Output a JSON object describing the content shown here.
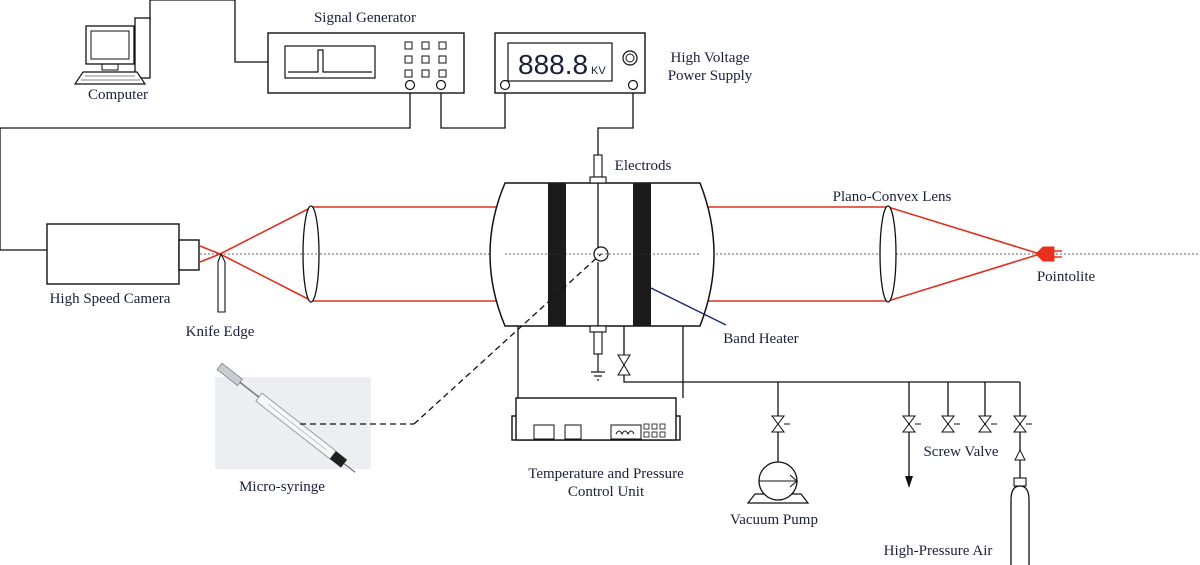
{
  "labels": {
    "computer": "Computer",
    "signal_generator": "Signal Generator",
    "hv_line1": "High Voltage",
    "hv_line2": "Power Supply",
    "display_value": "888.8",
    "display_unit": "KV",
    "electrods": "Electrods",
    "plano_convex_lens": "Plano-Convex Lens",
    "high_speed_camera": "High Speed Camera",
    "knife_edge": "Knife Edge",
    "pointolite": "Pointolite",
    "band_heater": "Band Heater",
    "micro_syringe": "Micro-syringe",
    "tpc_line1": "Temperature and Pressure",
    "tpc_line2": "Control Unit",
    "vacuum_pump": "Vacuum Pump",
    "screw_valve": "Screw Valve",
    "high_pressure_air": "High-Pressure Air"
  },
  "colors": {
    "beam": "#e03020",
    "label_text": "#1a1f3a",
    "heater_band": "#1b1b1b",
    "leader_line": "#1a2a6a",
    "pointolite": "#e8301c"
  },
  "icons": [
    "computer-icon",
    "oscilloscope-window-icon",
    "knob-icon",
    "valve-icon",
    "ground-icon",
    "syringe-photo",
    "gas-cylinder-icon",
    "vacuum-pump-icon"
  ]
}
